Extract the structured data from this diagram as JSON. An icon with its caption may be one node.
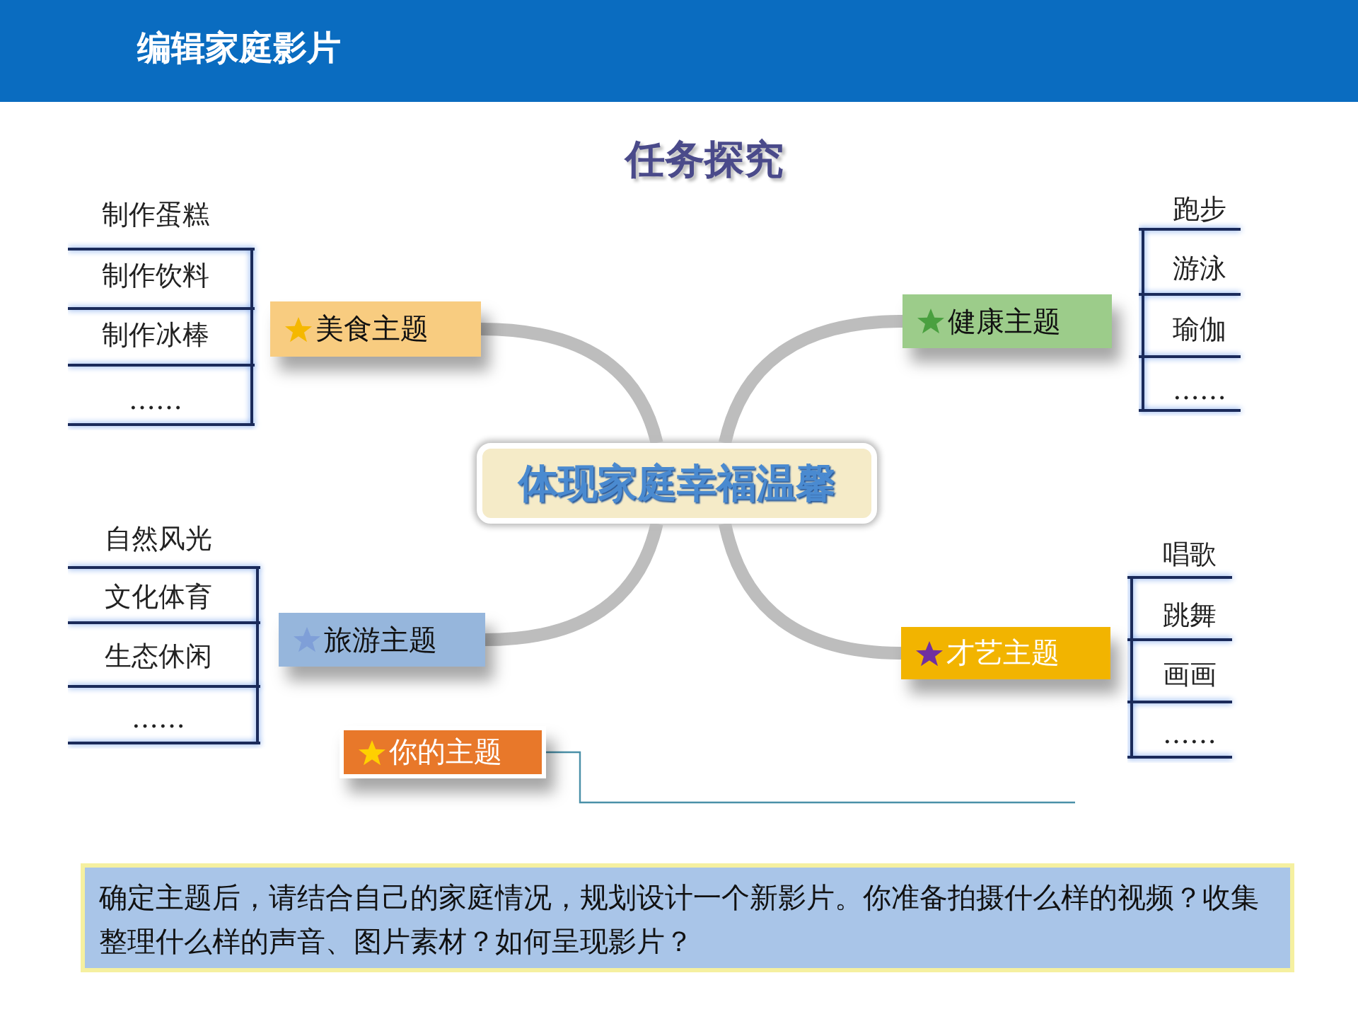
{
  "diagram": {
    "title": "编辑家庭影片",
    "nodes": [
      {
        "text": [
          "体现家庭幸福温馨"
        ]
      },
      {
        "text": [
          "美食主题"
        ]
      },
      {
        "text": [
          "健康主题"
        ]
      },
      {
        "text": [
          "旅游主题"
        ]
      },
      {
        "text": [
          "才艺主题"
        ]
      },
      {
        "text": [
          "你的主题"
        ]
      },
      {
        "text": [
          "制作蛋糕",
          "制作饮料",
          "制作冰棒",
          "……"
        ]
      },
      {
        "text": [
          "跑步",
          "游泳",
          "瑜伽",
          "……"
        ]
      },
      {
        "text": [
          "自然风光",
          "文化体育",
          "生态休闲",
          "……"
        ]
      },
      {
        "text": [
          "唱歌",
          "跳舞",
          "画画",
          "……"
        ]
      },
      {
        "text": [
          "确定主题后，请结合自己的家庭情况，规划设计一个新影片。你准备拍摄什么样的视频？收集整理什么样的声音、图片素材？如何呈现影片？"
        ]
      }
    ],
    "edges": [
      {
        "from": 0,
        "to": 1,
        "arrow": "none"
      },
      {
        "from": 0,
        "to": 2,
        "arrow": "none"
      },
      {
        "from": 0,
        "to": 3,
        "arrow": "none"
      },
      {
        "from": 0,
        "to": 4,
        "arrow": "none"
      },
      {
        "from": 5,
        "to": null,
        "arrow": "none",
        "color": "#4a90a8"
      }
    ],
    "labels": [
      "任务探究"
    ]
  }
}
